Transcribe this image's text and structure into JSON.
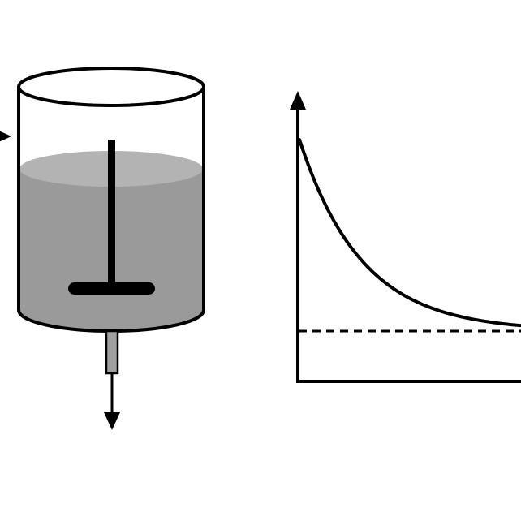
{
  "colors": {
    "background": "#ffffff",
    "stroke": "#000000",
    "liquid": "#9a9a9a",
    "liquid_surface": "#b3b3b3",
    "outlet_pipe": "#a0a0a0"
  },
  "icons": {
    "inlet": "arrow-right-icon",
    "outlet": "arrow-down-icon",
    "y_axis": "arrow-up-icon"
  },
  "chart_data": {
    "type": "line",
    "series": [
      {
        "style": "solid",
        "shape": "exponential-decay"
      },
      {
        "style": "dashed",
        "shape": "horizontal-asymptote"
      }
    ],
    "axes": {
      "x_arrow": false,
      "y_arrow": true
    },
    "grid": false
  }
}
